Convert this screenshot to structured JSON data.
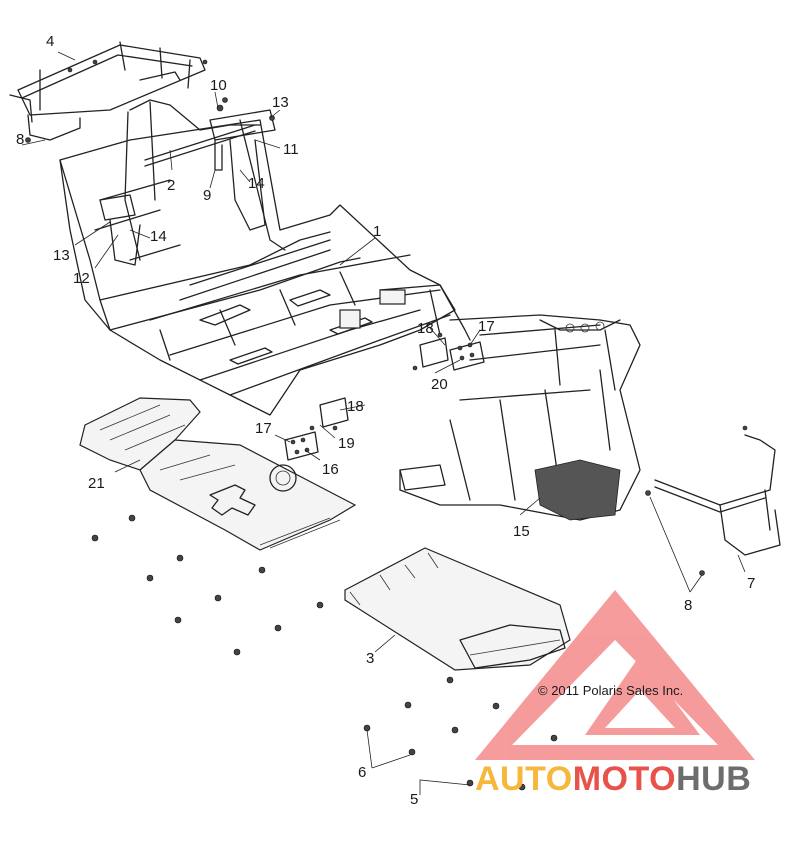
{
  "callouts": [
    "1",
    "2",
    "3",
    "4",
    "5",
    "6",
    "7",
    "8",
    "8",
    "9",
    "10",
    "11",
    "12",
    "13",
    "13",
    "14",
    "14",
    "15",
    "16",
    "17",
    "17",
    "18",
    "18",
    "19",
    "20",
    "21"
  ],
  "copyright": "© 2011 Polaris Sales Inc.",
  "watermark": {
    "part1": "AUTO",
    "part2": "MOTO",
    "part3": "HUB"
  },
  "colors": {
    "watermark_orange": "#f6b73c",
    "watermark_red": "#e8524a",
    "watermark_gray": "#6d6d6d",
    "logo_red": "#f04b4b",
    "line": "#222222"
  }
}
